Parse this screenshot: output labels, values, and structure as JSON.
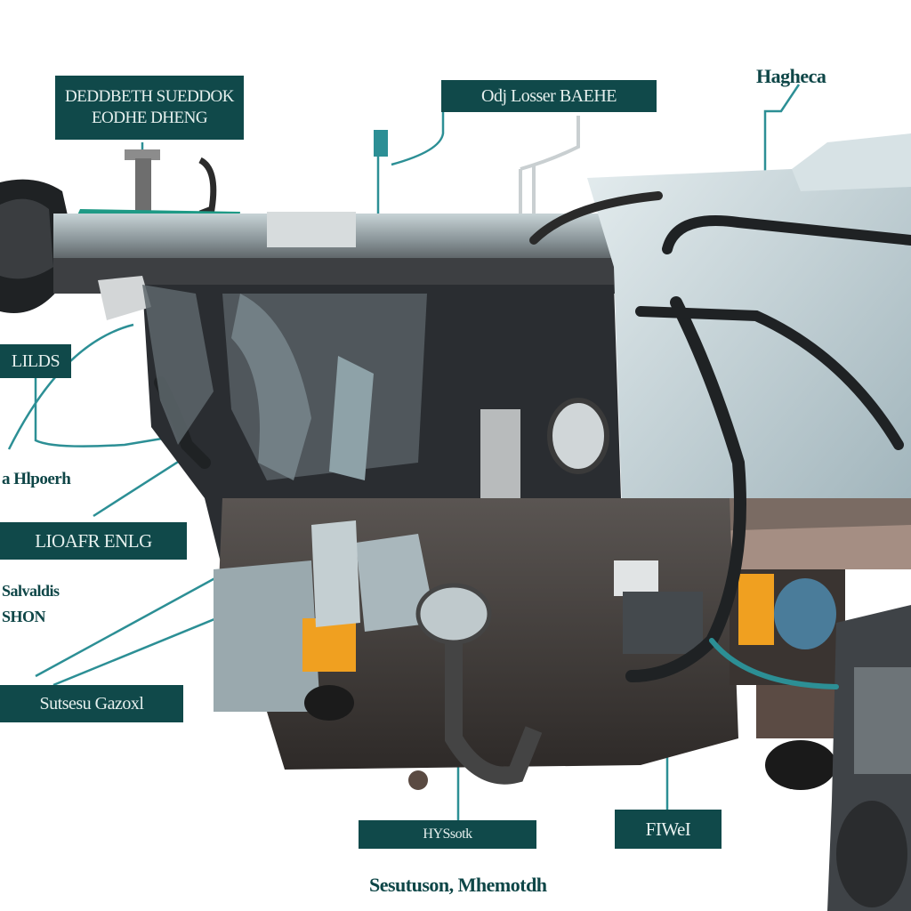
{
  "diagram": {
    "colors": {
      "label_bg": "#10494a",
      "label_text": "#e6f0ee",
      "leader_line": "#2c8f95",
      "accent_teal": "#1f9a86",
      "accent_orange": "#f0a020"
    },
    "labels": {
      "top_left_line1": "DEDDBETH SUEDDOK",
      "top_left_line2": "EODHE DHENG",
      "top_center": "Odj Losser BAEHE",
      "top_right": "Hagheca",
      "left_upper": "LILDS",
      "left_mid_text": "a Hlpoerh",
      "left_box": "LIOAFR ENLG",
      "left_small_line1": "Salvaldis",
      "left_small_line2": "SHON",
      "bottom_left_box": "Sutsesu Gazoxl",
      "bottom_center_box": "HYSsotk",
      "bottom_right_box": "FIWeI",
      "bottom_caption": "Sesutuson, Mhemotdh"
    }
  }
}
